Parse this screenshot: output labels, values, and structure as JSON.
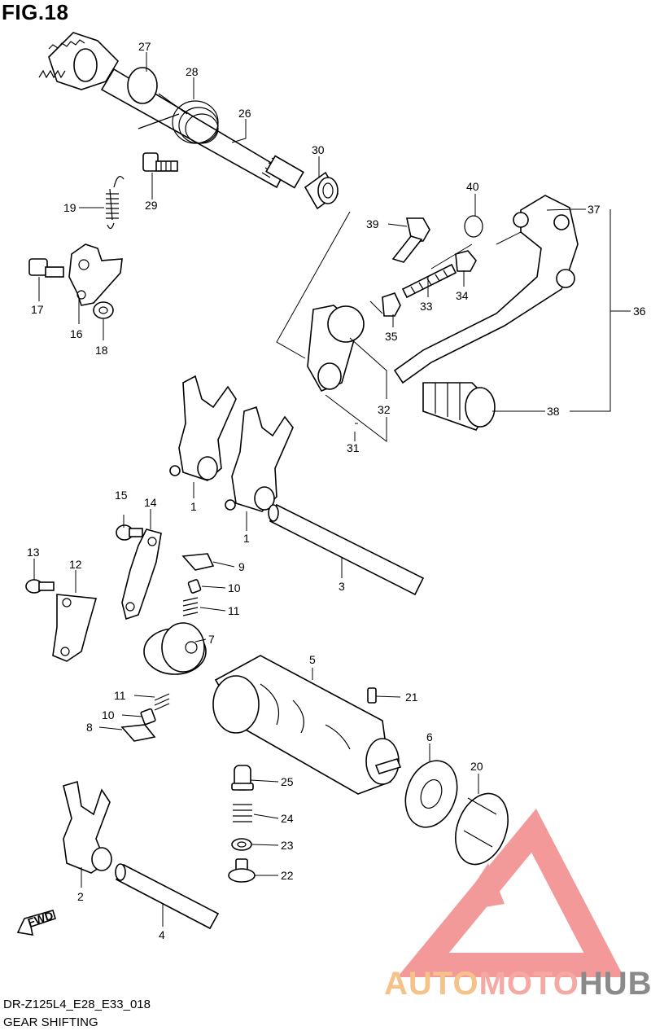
{
  "figure": {
    "title": "FIG.18"
  },
  "footer": {
    "code": "DR-Z125L4_E28_E33_018",
    "caption": "GEAR SHIFTING"
  },
  "watermark": {
    "part1": "AUTO",
    "part2": "MOTO",
    "part3": "HUB",
    "colors": {
      "auto": "#f5c28a",
      "moto": "#f4a9a3",
      "hub": "#8a8a8a",
      "logo": "#f08080"
    }
  },
  "fwd_label": "FWD",
  "callouts": {
    "c1a": "1",
    "c1b": "1",
    "c2": "2",
    "c3": "3",
    "c4": "4",
    "c5": "5",
    "c6": "6",
    "c7": "7",
    "c8": "8",
    "c9": "9",
    "c10a": "10",
    "c10b": "10",
    "c11a": "11",
    "c11b": "11",
    "c12": "12",
    "c13": "13",
    "c14": "14",
    "c15": "15",
    "c16": "16",
    "c17": "17",
    "c18": "18",
    "c19": "19",
    "c20": "20",
    "c21": "21",
    "c22": "22",
    "c23": "23",
    "c24": "24",
    "c25": "25",
    "c26": "26",
    "c27": "27",
    "c28": "28",
    "c29": "29",
    "c30": "30",
    "c31": "31",
    "c32": "32",
    "c33": "33",
    "c34": "34",
    "c35": "35",
    "c36": "36",
    "c37": "37",
    "c38": "38",
    "c39": "39",
    "c40": "40"
  }
}
